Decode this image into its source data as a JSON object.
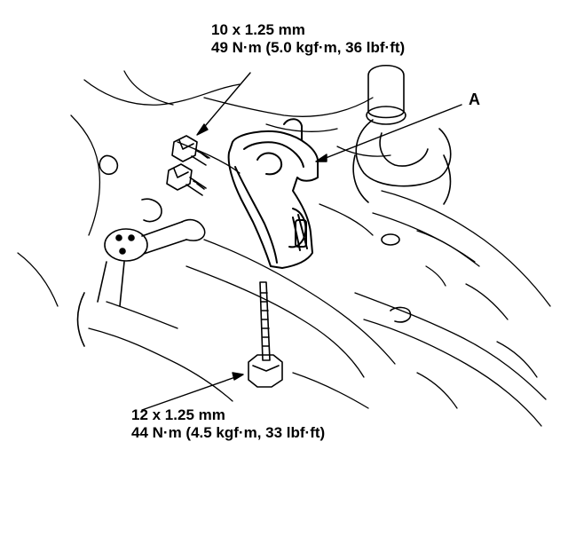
{
  "callouts": {
    "top_bolts": {
      "size": "10 x 1.25 mm",
      "torque": "49 N·m (5.0 kgf·m, 36 lbf·ft)"
    },
    "bottom_bolt": {
      "size": "12 x 1.25 mm",
      "torque": "44 N·m (4.5 kgf·m, 33 lbf·ft)"
    },
    "part_label": "A"
  }
}
